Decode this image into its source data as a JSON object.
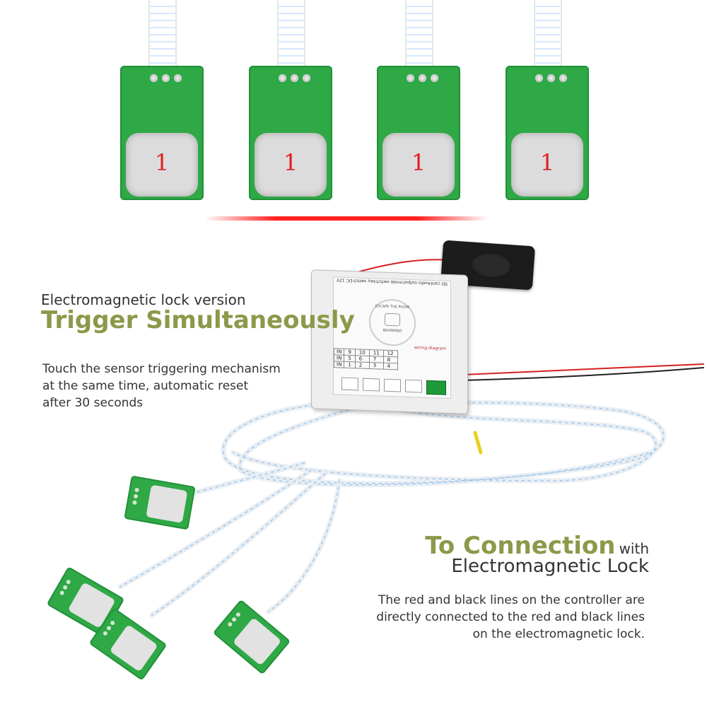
{
  "top_sensors": [
    {
      "number": "1"
    },
    {
      "number": "1"
    },
    {
      "number": "1"
    },
    {
      "number": "1"
    }
  ],
  "left_block": {
    "subtitle": "Electromagnetic lock version",
    "title": "Trigger Simultaneously",
    "description_lines": [
      "Touch the sensor triggering mechanism",
      "at the same time, automatic reset",
      "after 30 seconds"
    ]
  },
  "right_block": {
    "title_main": "To Connection",
    "title_small": "with",
    "title_line2": "Electromagnetic Lock",
    "description_lines": [
      "The red and black lines on the controller are",
      "directly connected to the red and black lines",
      "on the electromagnetic lock."
    ]
  },
  "controller": {
    "terminal_labels": [
      "SD card",
      "Audio output",
      "mode switch",
      "key switch",
      "DC 12V"
    ],
    "logo_text": "ESCAPE THE ROOM",
    "logo_subtext": "BEARMIND",
    "wiring_title": "wiring diagram",
    "input_table": [
      [
        "IN",
        "9",
        "10",
        "11",
        "12"
      ],
      [
        "IN",
        "5",
        "6",
        "7",
        "8"
      ],
      [
        "IN",
        "1",
        "2",
        "3",
        "4"
      ]
    ]
  },
  "colors": {
    "pcb_green": "#2fa846",
    "accent_olive": "#8a9a4a",
    "digit_red": "#e02020",
    "glow_red": "#ff2020",
    "text_dark": "#333333"
  }
}
